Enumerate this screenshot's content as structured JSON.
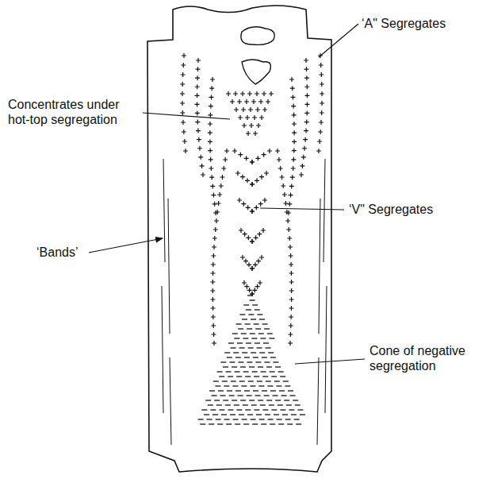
{
  "diagram": {
    "labels": [
      "‘A\" Segregates",
      "Concentrates under hot-top segregation",
      "‘V\" Segregates",
      "‘Bands’",
      "Cone of negative segregation"
    ]
  }
}
